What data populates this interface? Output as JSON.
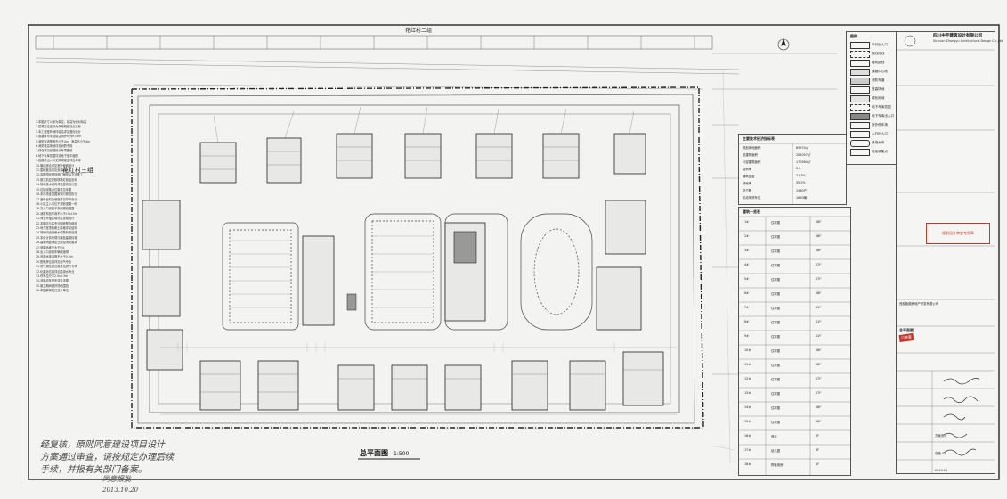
{
  "drawing": {
    "title": "总平面图",
    "scale": "1:500"
  },
  "labels": {
    "village_top": "花红村二组",
    "village_left": "花红村三组"
  },
  "notes": [
    "1.本图尺寸以米为单位，标高为绝对标高",
    "2.建筑定位坐标为外墙轴线交点坐标",
    "3.本工程室外地坪标高详见竖向设计",
    "4.道路转弯半径除注明外均为R=6m",
    "5.消防车道宽度不小于4m，净高不小于4m",
    "6.消防登高场地详见消防专篇",
    "7.绿化详见景观设计专项图纸",
    "8.地下车库范围详见地下室平面图",
    "9.各楼栋出入口无障碍坡道详见单体",
    "10.管线综合详见室外管网设计",
    "11.围墙做法详见景观设计",
    "12.本图须经规划部门审批后方可施工",
    "13.施工前应复核现场红线及坐标",
    "14.场地排水坡向详见竖向设计图",
    "15.垃圾收集点位置详见本图",
    "16.未尽事宜按国家现行规范执行",
    "17.室外台阶及坡道详见单体设计",
    "18.小区主入口位于规划道路一侧",
    "19.次入口设置于东侧规划道路",
    "20.消防车回车场不小于15x15m",
    "21.商业外摆区域详见景观设计",
    "22.本图应与各专业图纸配合使用",
    "23.地下室顶板覆土厚度详见结构",
    "24.场地内设置雨水收集利用设施",
    "25.本设计执行现行绿色建筑标准",
    "26.建筑间距满足日照及消防要求",
    "27.道路纵坡不大于8%",
    "28.出入口设置车辆减速带",
    "29.景观水体深度不大于0.5m",
    "30.配电房位置详见电气专业",
    "31.燃气调压站位置详见燃气专项",
    "32.化粪池位置详见给排水专业",
    "33.停车位尺寸2.5x5.3m",
    "34.非机动车停车详见本图",
    "35.施工期间做好场地围挡",
    "36.本图解释权归设计单位"
  ],
  "handwriting": {
    "line1": "经复核，原则同意建设项目设计",
    "line2": "方案通过审查，请按规定办理后续",
    "line3": "手续，并报有关部门备案。",
    "sign1": "同意报批",
    "sign2": "2013.10.20"
  },
  "legend": {
    "title": "图例",
    "items": [
      "车行出入口",
      "规划红线",
      "建筑退线",
      "道路中心线",
      "消防车道",
      "登高场地",
      "绿化用地",
      "地下车库范围",
      "地下车库出入口",
      "室外停车场",
      "人行出入口",
      "景观水体",
      "垃圾收集点"
    ]
  },
  "company": {
    "name": "四川中宇建筑设计有限公司",
    "sub": "Sichuan Zhongyu Architectural Design Co.,Ltd"
  },
  "econ_table": {
    "title": "主要技术经济指标表",
    "rows": [
      [
        "规划用地面积",
        "65574㎡"
      ],
      [
        "总建筑面积",
        "202057㎡"
      ],
      [
        "计容建筑面积",
        "170564㎡"
      ],
      [
        "容积率",
        "2.6"
      ],
      [
        "建筑密度",
        "21.3%"
      ],
      [
        "绿地率",
        "35.2%"
      ],
      [
        "总户数",
        "1580户"
      ],
      [
        "机动车停车位",
        "1650辆"
      ]
    ]
  },
  "building_table": {
    "title": "建筑一览表",
    "rows": [
      [
        "1#",
        "住宅楼",
        "18F"
      ],
      [
        "2#",
        "住宅楼",
        "18F"
      ],
      [
        "3#",
        "住宅楼",
        "18F"
      ],
      [
        "4#",
        "住宅楼",
        "17F"
      ],
      [
        "5#",
        "住宅楼",
        "17F"
      ],
      [
        "6#",
        "住宅楼",
        "18F"
      ],
      [
        "7#",
        "住宅楼",
        "11F"
      ],
      [
        "8#",
        "住宅楼",
        "11F"
      ],
      [
        "9#",
        "住宅楼",
        "11F"
      ],
      [
        "10#",
        "住宅楼",
        "18F"
      ],
      [
        "11#",
        "住宅楼",
        "18F"
      ],
      [
        "12#",
        "住宅楼",
        "17F"
      ],
      [
        "13#",
        "住宅楼",
        "17F"
      ],
      [
        "14#",
        "住宅楼",
        "18F"
      ],
      [
        "15#",
        "住宅楼",
        "18F"
      ],
      [
        "16#",
        "商业",
        "2F"
      ],
      [
        "17#",
        "幼儿园",
        "3F"
      ],
      [
        "18#",
        "物管用房",
        "1F"
      ]
    ]
  },
  "title_block": {
    "project": "西部鑫顺房地产开发有限公司",
    "drawing": "总平面图",
    "number": "总施-01",
    "stage": "方案设计",
    "date": "2013.10"
  },
  "stamps": {
    "review": "规划设计审查专用章",
    "red": "已审查"
  }
}
